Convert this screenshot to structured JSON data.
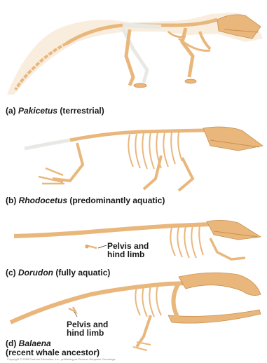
{
  "panels": [
    {
      "letter": "(a)",
      "genus": "Pakicetus",
      "desc": "(terrestrial)"
    },
    {
      "letter": "(b)",
      "genus": "Rhodocetus",
      "desc": "(predominantly aquatic)"
    },
    {
      "letter": "(c)",
      "genus": "Dorudon",
      "desc": "(fully aquatic)"
    },
    {
      "letter": "(d)",
      "genus": "Balaena",
      "desc": "(recent whale ancestor)"
    }
  ],
  "annotations": {
    "dorudon_line1": "Pelvis and",
    "dorudon_line2": "hind limb",
    "balaena_line1": "Pelvis and",
    "balaena_line2": "hind limb"
  },
  "copyright": "Copyright © 2008 Pearson Education, Inc., publishing as Pearson Benjamin Cummings.",
  "colors": {
    "bone": "#e9b77c",
    "bone_dark": "#c9904f",
    "cartilage": "#e8e8e4"
  }
}
